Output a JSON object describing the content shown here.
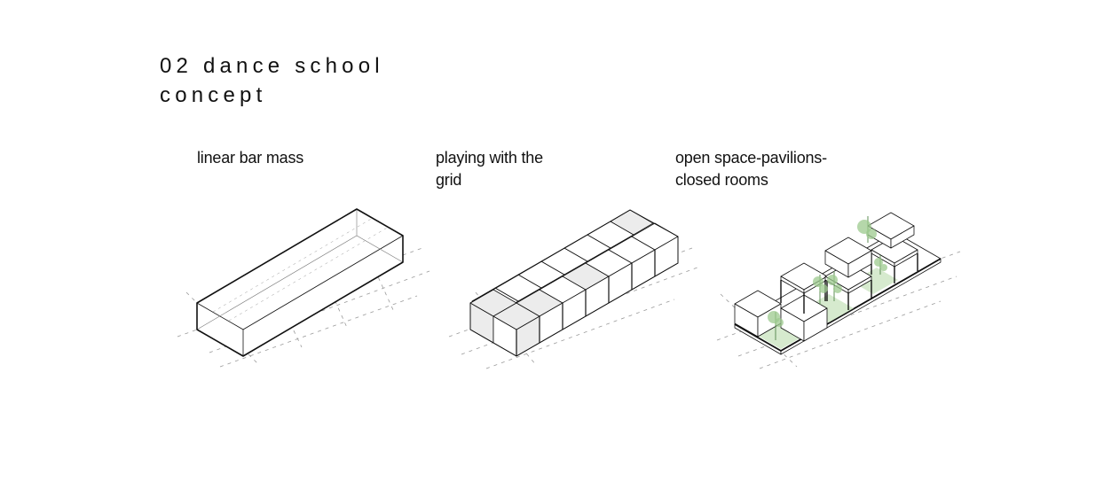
{
  "title": {
    "line1": "02 dance school",
    "line2": "concept"
  },
  "steps": [
    {
      "line1": "linear bar mass",
      "line2": ""
    },
    {
      "line1": "playing with the",
      "line2": "grid"
    },
    {
      "line1": "open space-pavilions-",
      "line2": "closed rooms"
    }
  ],
  "colors": {
    "ink": "#111111",
    "guide": "#9a9a9a",
    "highlight_cube": "#ececec",
    "green_space": "#cfe6c6",
    "trees": "#9cc98e"
  }
}
